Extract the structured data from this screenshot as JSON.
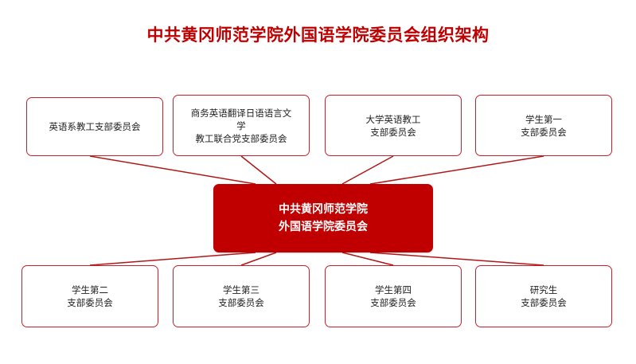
{
  "title": "中共黄冈师范学院外国语学院委员会组织架构",
  "center": "中共黄冈师范学院\n外国语学院委员会",
  "top_boxes": [
    "英语系教工支部委员会",
    "商务英语翻译日语语言文\n学\n教工联合党支部委员会",
    "大学英语教工\n支部委员会",
    "学生第一\n支部委员会"
  ],
  "bottom_boxes": [
    "学生第二\n支部委员会",
    "学生第三\n支部委员会",
    "学生第四\n支部委员会",
    "研究生\n支部委员会"
  ],
  "colors": {
    "accent": "#c00000",
    "border": "#c8202a",
    "connector": "#b01818"
  }
}
